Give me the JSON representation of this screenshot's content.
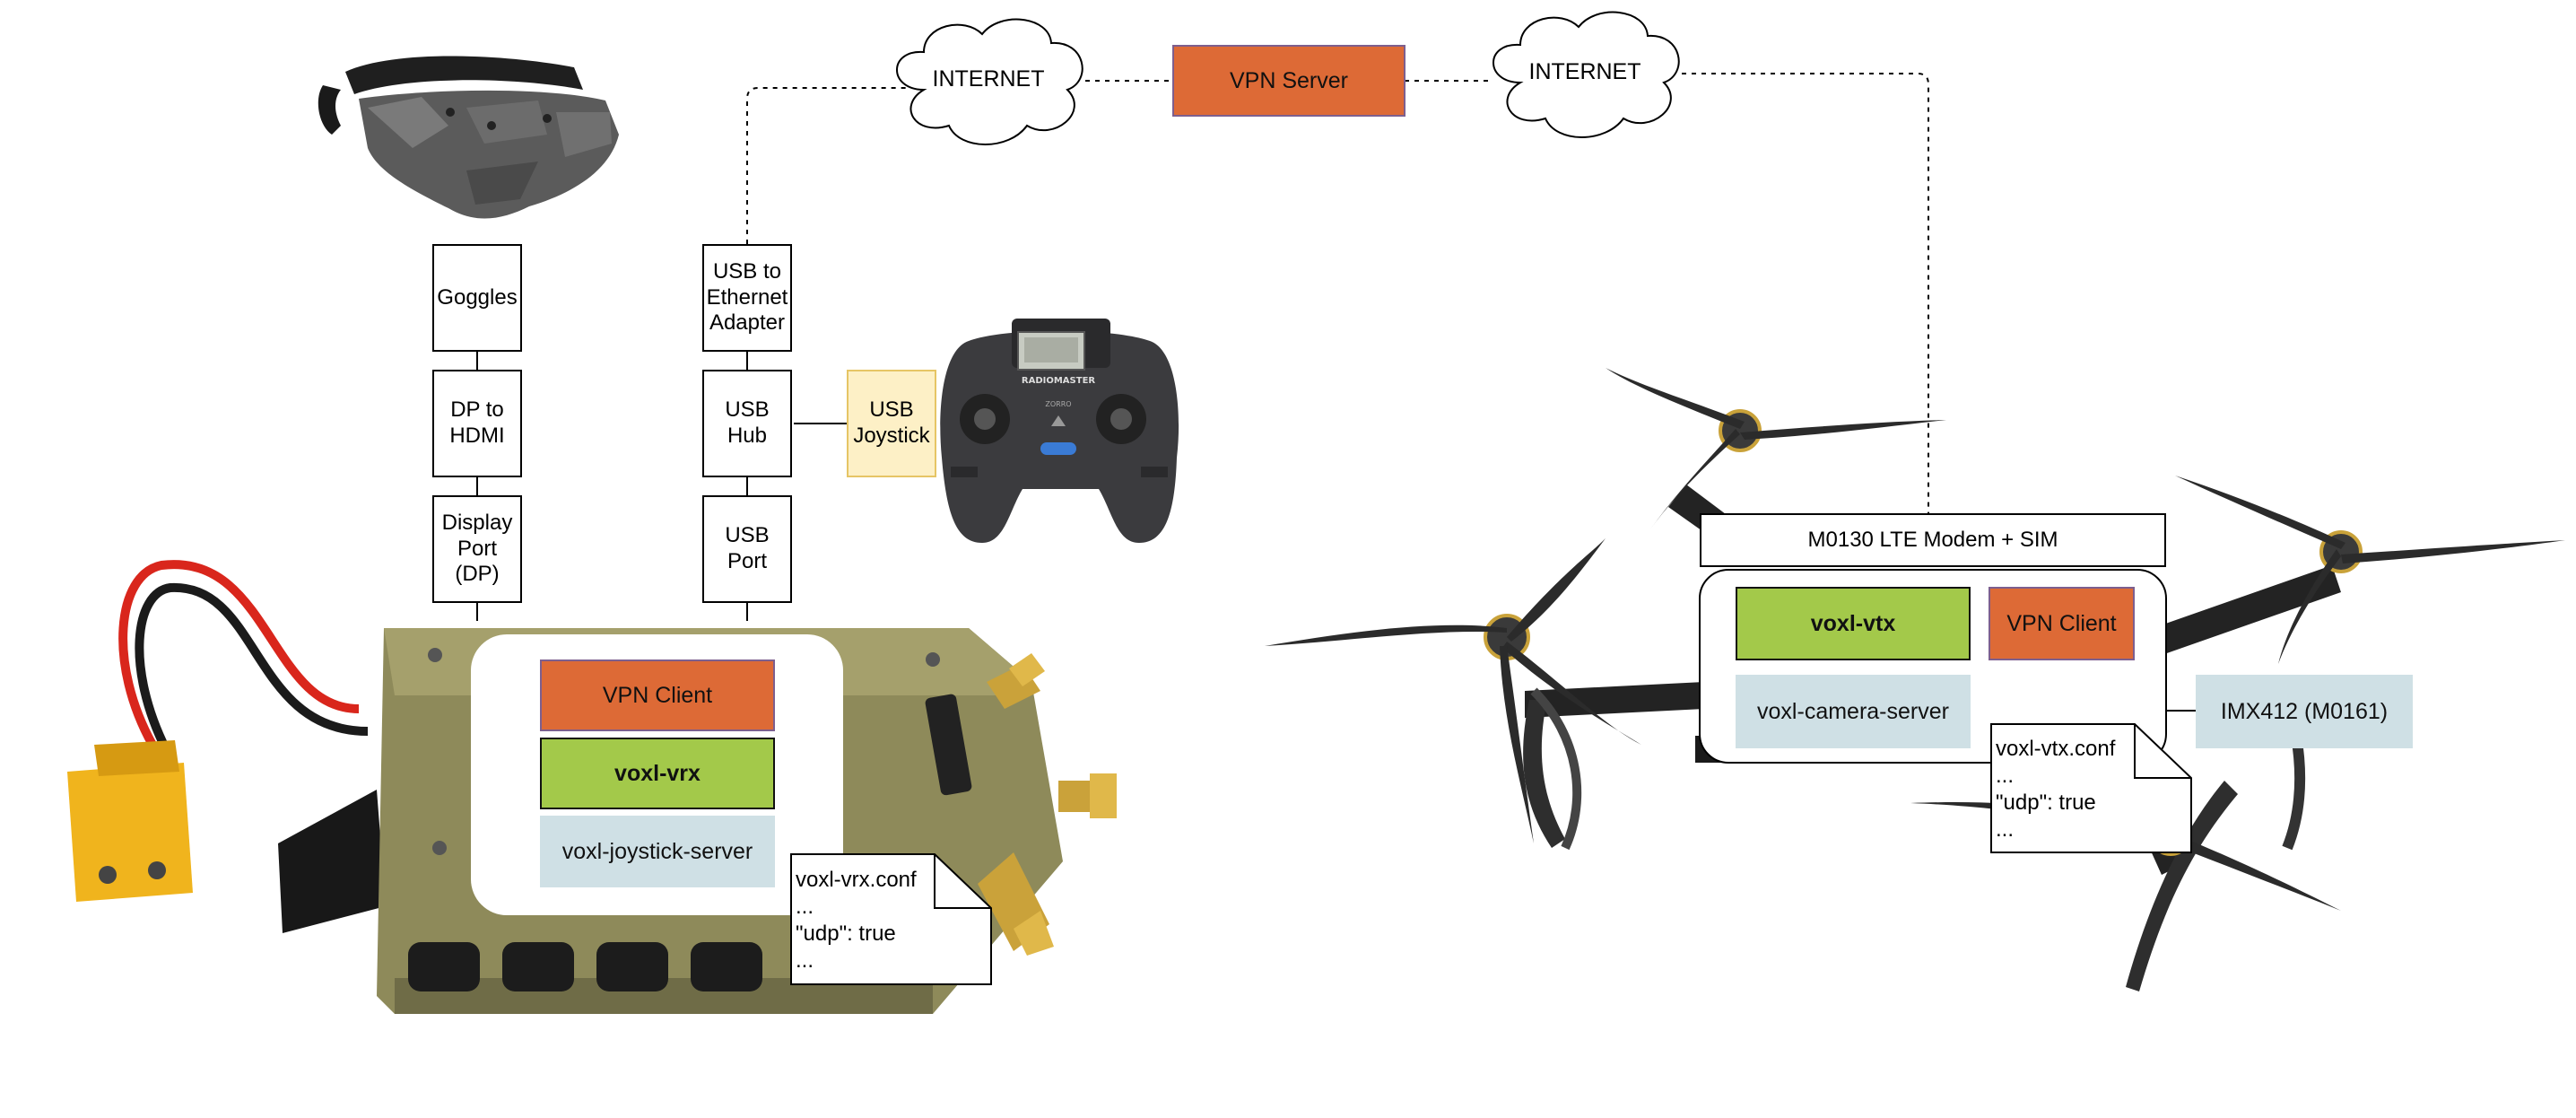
{
  "clouds": {
    "left_label": "INTERNET",
    "right_label": "INTERNET"
  },
  "vpn_server": "VPN Server",
  "goggles_chain": {
    "goggles": "Goggles",
    "dp_to_hdmi": "DP to\nHDMI",
    "display_port": "Display\nPort\n(DP)"
  },
  "usb_chain": {
    "adapter": "USB to\nEthernet\nAdapter",
    "hub": "USB\nHub",
    "port": "USB\nPort",
    "joystick": "USB\nJoystick"
  },
  "vrx": {
    "vpn_client": "VPN Client",
    "app": "voxl-vrx",
    "joystick_server": "voxl-joystick-server"
  },
  "vrx_conf": {
    "filename": "voxl-vrx.conf",
    "body": "...\n\"udp\": true\n..."
  },
  "drone": {
    "modem": "M0130 LTE Modem + SIM",
    "app": "voxl-vtx",
    "vpn_client": "VPN Client",
    "camera_server": "voxl-camera-server",
    "camera": "IMX412 (M0161)"
  },
  "vtx_conf": {
    "filename": "voxl-vtx.conf",
    "body": "...\n\"udp\": true\n..."
  },
  "controller": {
    "brand": "RADIOMASTER",
    "model": "ZORRO"
  },
  "colors": {
    "orange": "#dd6a36",
    "green": "#a3c94a",
    "light_blue": "#cfe0e5",
    "yellow": "#fdf0c6",
    "device_olive": "#8e8a5a"
  }
}
